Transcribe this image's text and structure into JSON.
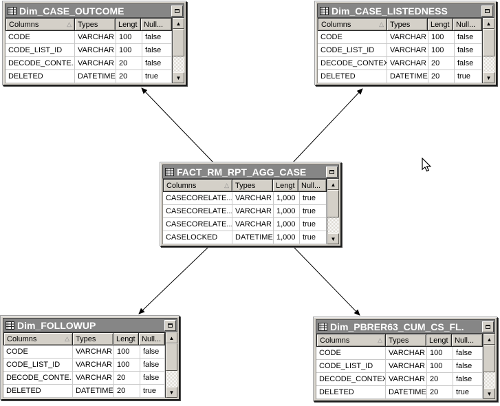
{
  "diagram": {
    "background_color": "#ffffff",
    "titlebar_color": "#868686",
    "title_text_color": "#ffffff",
    "header_bg_color": "#d4d0c8",
    "arrow_color": "#000000"
  },
  "icons": {
    "sort_ascending": "△",
    "scroll_up": "▲",
    "scroll_down": "▼"
  },
  "windows": [
    {
      "title": "Dim_CASE_OUTCOME",
      "headers": [
        "Columns",
        "Types",
        "Length",
        "Null..."
      ],
      "rows": [
        [
          "CODE",
          "VARCHAR",
          "100",
          "false"
        ],
        [
          "CODE_LIST_ID",
          "VARCHAR",
          "100",
          "false"
        ],
        [
          "DECODE_CONTE...",
          "VARCHAR",
          "20",
          "false"
        ],
        [
          "DELETED",
          "DATETIME",
          "20",
          "true"
        ]
      ]
    },
    {
      "title": "Dim_CASE_LISTEDNESS",
      "headers": [
        "Columns",
        "Types",
        "Length",
        "Null..."
      ],
      "rows": [
        [
          "CODE",
          "VARCHAR",
          "100",
          "false"
        ],
        [
          "CODE_LIST_ID",
          "VARCHAR",
          "100",
          "false"
        ],
        [
          "DECODE_CONTEXT",
          "VARCHAR",
          "20",
          "false"
        ],
        [
          "DELETED",
          "DATETIME",
          "20",
          "true"
        ]
      ]
    },
    {
      "title": "FACT_RM_RPT_AGG_CASE",
      "headers": [
        "Columns",
        "Types",
        "Length",
        "Null..."
      ],
      "rows": [
        [
          "CASECORELATE...",
          "VARCHAR",
          "1,000",
          "true"
        ],
        [
          "CASECORELATE...",
          "VARCHAR",
          "1,000",
          "true"
        ],
        [
          "CASECORELATE...",
          "VARCHAR",
          "1,000",
          "true"
        ],
        [
          "CASELOCKED",
          "DATETIME",
          "1,000",
          "true"
        ]
      ]
    },
    {
      "title": "Dim_FOLLOWUP",
      "headers": [
        "Columns",
        "Types",
        "Length",
        "Null..."
      ],
      "rows": [
        [
          "CODE",
          "VARCHAR",
          "100",
          "false"
        ],
        [
          "CODE_LIST_ID",
          "VARCHAR",
          "100",
          "false"
        ],
        [
          "DECODE_CONTE...",
          "VARCHAR",
          "20",
          "false"
        ],
        [
          "DELETED",
          "DATETIME",
          "20",
          "true"
        ]
      ]
    },
    {
      "title": "Dim_PBRER63_CUM_CS_FL.",
      "headers": [
        "Columns",
        "Types",
        "Length",
        "Null..."
      ],
      "rows": [
        [
          "CODE",
          "VARCHAR",
          "100",
          "false"
        ],
        [
          "CODE_LIST_ID",
          "VARCHAR",
          "100",
          "false"
        ],
        [
          "DECODE_CONTEXT",
          "VARCHAR",
          "20",
          "false"
        ],
        [
          "DELETED",
          "DATETIME",
          "20",
          "true"
        ]
      ]
    }
  ],
  "relationships": [
    {
      "from": "FACT_RM_RPT_AGG_CASE",
      "to": "Dim_CASE_OUTCOME"
    },
    {
      "from": "FACT_RM_RPT_AGG_CASE",
      "to": "Dim_CASE_LISTEDNESS"
    },
    {
      "from": "FACT_RM_RPT_AGG_CASE",
      "to": "Dim_FOLLOWUP"
    },
    {
      "from": "FACT_RM_RPT_AGG_CASE",
      "to": "Dim_PBRER63_CUM_CS_FL."
    }
  ]
}
